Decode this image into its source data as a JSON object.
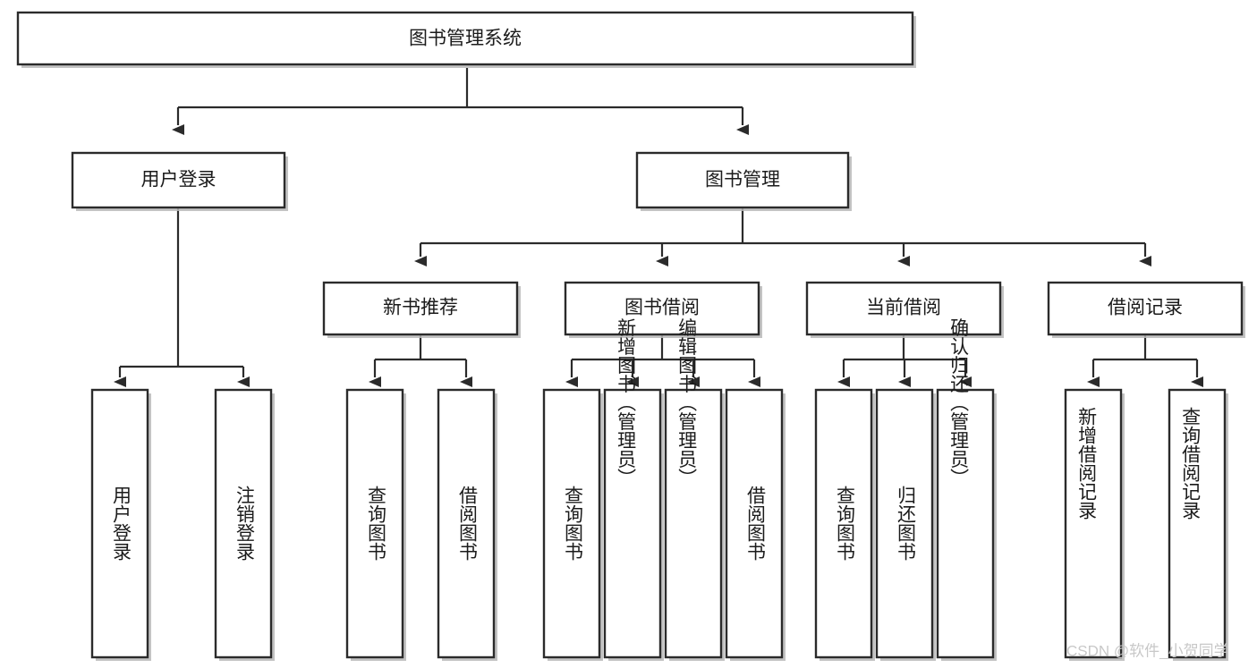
{
  "diagram": {
    "title_node": {
      "id": "root",
      "label": "图书管理系统"
    },
    "level2": [
      {
        "id": "user-login",
        "label": "用户登录"
      },
      {
        "id": "book-manage",
        "label": "图书管理"
      }
    ],
    "level3": [
      {
        "id": "new-book-rec",
        "label": "新书推荐"
      },
      {
        "id": "book-borrow",
        "label": "图书借阅"
      },
      {
        "id": "current-borrow",
        "label": "当前借阅"
      },
      {
        "id": "borrow-record",
        "label": "借阅记录"
      }
    ],
    "leaves": {
      "user-login": [
        {
          "id": "leaf-user-login",
          "label": "用户登录"
        },
        {
          "id": "leaf-logout-login",
          "label": "注销登录"
        }
      ],
      "new-book-rec": [
        {
          "id": "leaf-query-book-1",
          "label": "查询图书"
        },
        {
          "id": "leaf-borrow-book-1",
          "label": "借阅图书"
        }
      ],
      "book-borrow": [
        {
          "id": "leaf-query-book-2",
          "label": "查询图书"
        },
        {
          "id": "leaf-add-book",
          "label": "新增图书（管理员）"
        },
        {
          "id": "leaf-edit-book",
          "label": "编辑图书（管理员）"
        },
        {
          "id": "leaf-borrow-book-2",
          "label": "借阅图书"
        }
      ],
      "current-borrow": [
        {
          "id": "leaf-query-book-3",
          "label": "查询图书"
        },
        {
          "id": "leaf-return-book",
          "label": "归还图书"
        },
        {
          "id": "leaf-confirm-return",
          "label": "确认归还（管理员）"
        }
      ],
      "borrow-record": [
        {
          "id": "leaf-add-record",
          "label": "新增借阅记录"
        },
        {
          "id": "leaf-query-record",
          "label": "查询借阅记录"
        }
      ]
    }
  },
  "watermark": {
    "text": "CSDN @软件_小贺同学"
  },
  "colors": {
    "box_stroke": "#2b2b2b",
    "box_fill": "#ffffff",
    "connector": "#2b2b2b",
    "text": "#1b1b1b",
    "watermark": "#c8c8c8",
    "background": "#ffffff"
  },
  "chart_data": {
    "type": "diagram",
    "title": "图书管理系统",
    "structure": "tree",
    "nodes": [
      {
        "id": "root",
        "label": "图书管理系统",
        "level": 0,
        "parent": null
      },
      {
        "id": "user-login",
        "label": "用户登录",
        "level": 1,
        "parent": "root"
      },
      {
        "id": "book-manage",
        "label": "图书管理",
        "level": 1,
        "parent": "root"
      },
      {
        "id": "leaf-user-login",
        "label": "用户登录",
        "level": 2,
        "parent": "user-login"
      },
      {
        "id": "leaf-logout-login",
        "label": "注销登录",
        "level": 2,
        "parent": "user-login"
      },
      {
        "id": "new-book-rec",
        "label": "新书推荐",
        "level": 2,
        "parent": "book-manage"
      },
      {
        "id": "book-borrow",
        "label": "图书借阅",
        "level": 2,
        "parent": "book-manage"
      },
      {
        "id": "current-borrow",
        "label": "当前借阅",
        "level": 2,
        "parent": "book-manage"
      },
      {
        "id": "borrow-record",
        "label": "借阅记录",
        "level": 2,
        "parent": "book-manage"
      },
      {
        "id": "leaf-query-book-1",
        "label": "查询图书",
        "level": 3,
        "parent": "new-book-rec"
      },
      {
        "id": "leaf-borrow-book-1",
        "label": "借阅图书",
        "level": 3,
        "parent": "new-book-rec"
      },
      {
        "id": "leaf-query-book-2",
        "label": "查询图书",
        "level": 3,
        "parent": "book-borrow"
      },
      {
        "id": "leaf-add-book",
        "label": "新增图书（管理员）",
        "level": 3,
        "parent": "book-borrow"
      },
      {
        "id": "leaf-edit-book",
        "label": "编辑图书（管理员）",
        "level": 3,
        "parent": "book-borrow"
      },
      {
        "id": "leaf-borrow-book-2",
        "label": "借阅图书",
        "level": 3,
        "parent": "book-borrow"
      },
      {
        "id": "leaf-query-book-3",
        "label": "查询图书",
        "level": 3,
        "parent": "current-borrow"
      },
      {
        "id": "leaf-return-book",
        "label": "归还图书",
        "level": 3,
        "parent": "current-borrow"
      },
      {
        "id": "leaf-confirm-return",
        "label": "确认归还（管理员）",
        "level": 3,
        "parent": "current-borrow"
      },
      {
        "id": "leaf-add-record",
        "label": "新增借阅记录",
        "level": 3,
        "parent": "borrow-record"
      },
      {
        "id": "leaf-query-record",
        "label": "查询借阅记录",
        "level": 3,
        "parent": "borrow-record"
      }
    ]
  }
}
